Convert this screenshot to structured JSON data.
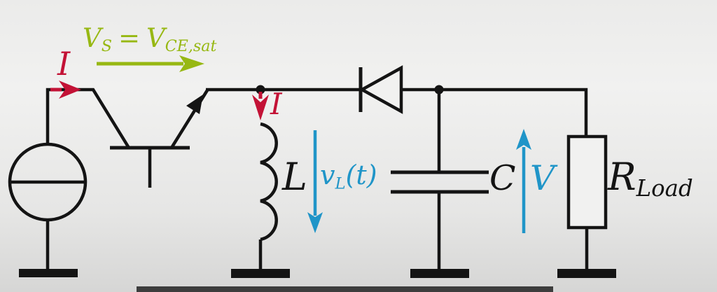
{
  "colors": {
    "wire": "#141414",
    "green": "#97b813",
    "red": "#c31236",
    "blue": "#2095c8",
    "bar": "#3d3d3d",
    "bg_top": "#ebebea",
    "bg_upper": "#f1f1f0",
    "bg_lower": "#e6e6e5",
    "bg_bottom": "#d6d6d5"
  },
  "labels": {
    "source_current": "I",
    "switch_voltage": {
      "base1": "V",
      "sub1": "S",
      "eq": "=",
      "base2": "V",
      "sub2": "CE,sat"
    },
    "inductor_current": "I",
    "inductor": "L",
    "inductor_voltage": {
      "base": "v",
      "sub": "L",
      "suffix": "(t)"
    },
    "capacitor": "C",
    "output_voltage": "V",
    "load": {
      "base": "R",
      "sub": "Load"
    }
  },
  "icons": {
    "junction_dot": "●",
    "ground": "⏚",
    "arrow_right": "→",
    "arrow_down": "↓",
    "arrow_up": "↑"
  }
}
